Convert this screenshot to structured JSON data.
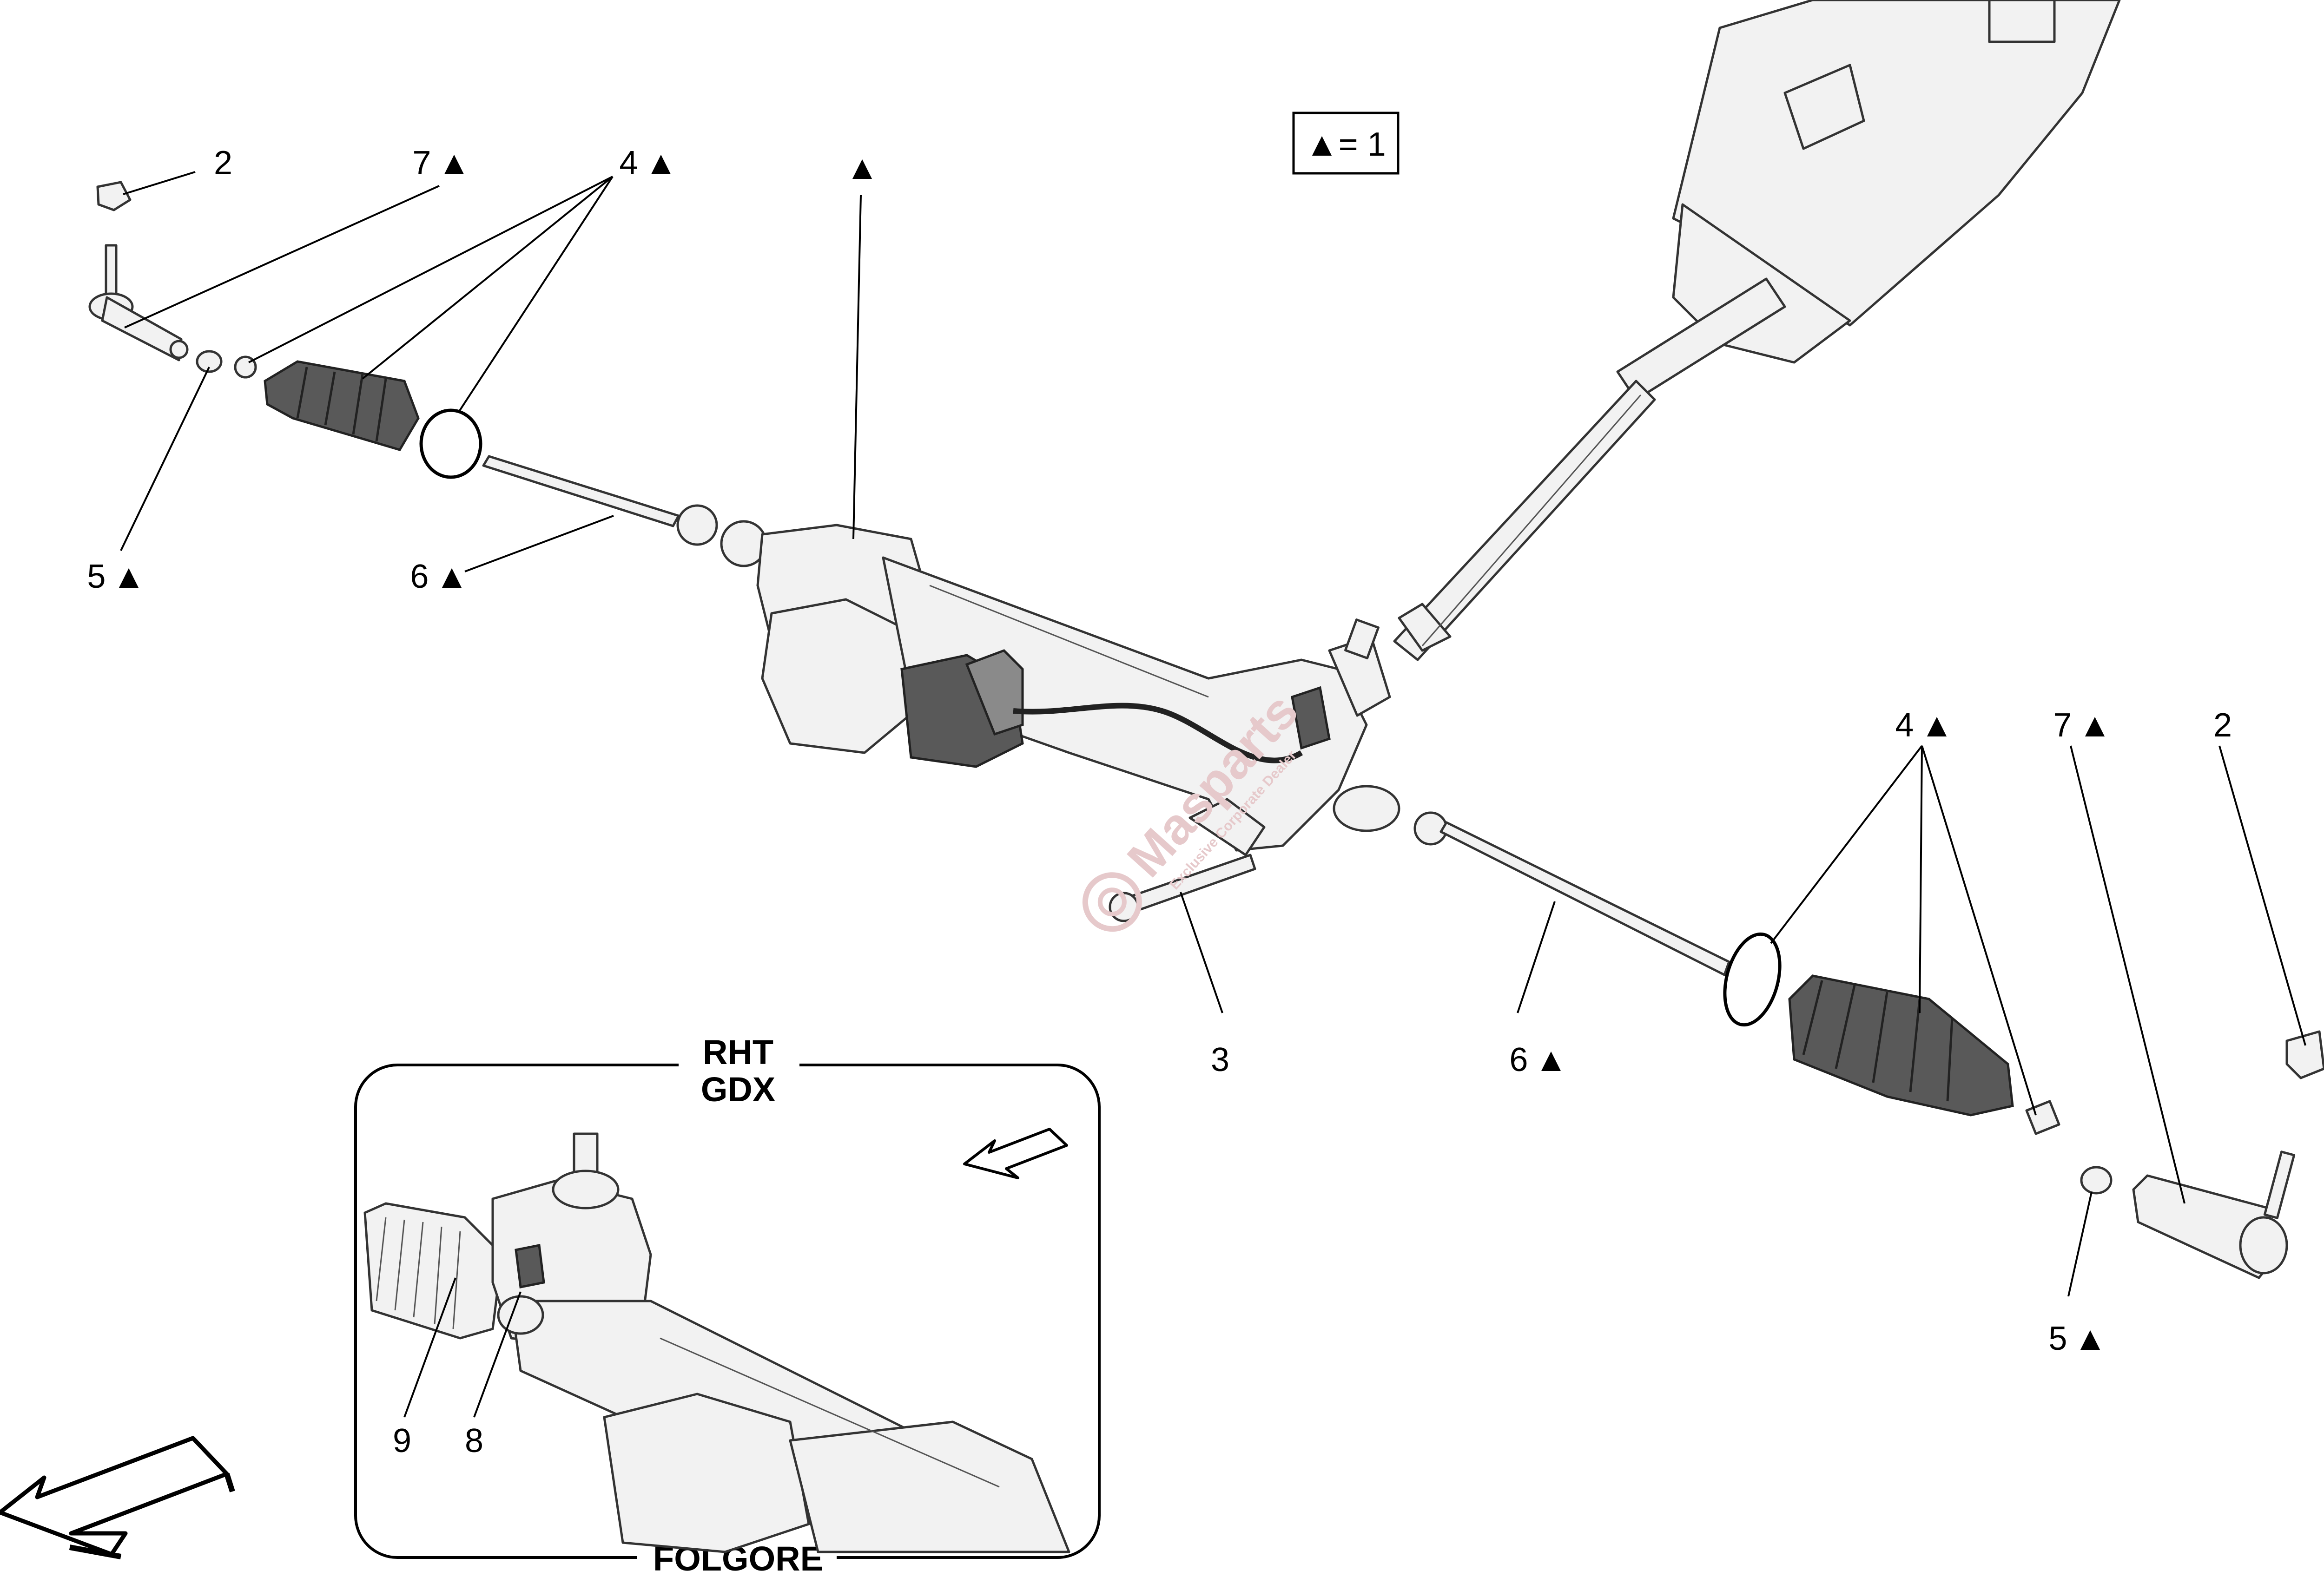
{
  "legend": {
    "text": "▲= 1"
  },
  "callouts": {
    "left_2": "2",
    "left_7": "7",
    "left_4": "4",
    "top_tri": "",
    "left_5": "5",
    "left_6": "6",
    "center_3": "3",
    "right_6": "6",
    "right_4": "4",
    "right_7": "7",
    "right_2": "2",
    "right_5": "5"
  },
  "marker": "▲",
  "inset": {
    "title_line1": "RHT",
    "title_line2": "GDX",
    "footer": "FOLGORE",
    "callout_9": "9",
    "callout_8": "8"
  },
  "watermark": {
    "text": "Masparts",
    "subtext": "Exclusive Corporate Dealer"
  },
  "colors": {
    "line": "#000000",
    "part_fill": "#f2f2f2",
    "dark_part": "#595959",
    "watermark": "#e6c9cb"
  }
}
